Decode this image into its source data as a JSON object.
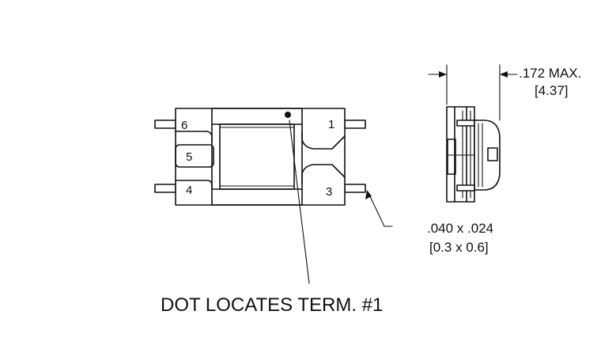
{
  "pin_labels": [
    "1",
    "3",
    "4",
    "5",
    "6"
  ],
  "callouts": {
    "dot_note": "DOT LOCATES TERM. #1",
    "height_in": ".172 MAX.",
    "height_mm": "[4.37]",
    "lead_in": ".040 x .024",
    "lead_mm": "[0.3 x 0.6]"
  },
  "colors": {
    "line": "#111111",
    "background": "#ffffff"
  }
}
